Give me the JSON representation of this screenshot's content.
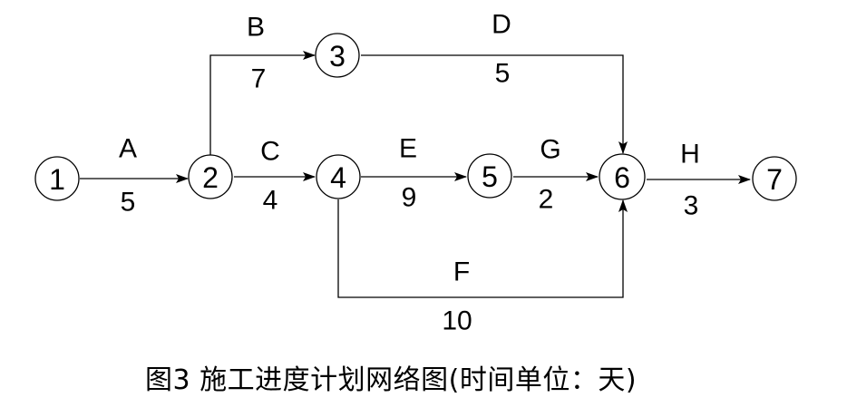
{
  "diagram": {
    "nodes": [
      {
        "id": "1",
        "label": "1"
      },
      {
        "id": "2",
        "label": "2"
      },
      {
        "id": "3",
        "label": "3"
      },
      {
        "id": "4",
        "label": "4"
      },
      {
        "id": "5",
        "label": "5"
      },
      {
        "id": "6",
        "label": "6"
      },
      {
        "id": "7",
        "label": "7"
      }
    ],
    "activities": [
      {
        "id": "A",
        "name": "A",
        "duration": "5",
        "from": "1",
        "to": "2"
      },
      {
        "id": "B",
        "name": "B",
        "duration": "7",
        "from": "2",
        "to": "3"
      },
      {
        "id": "C",
        "name": "C",
        "duration": "4",
        "from": "2",
        "to": "4"
      },
      {
        "id": "D",
        "name": "D",
        "duration": "5",
        "from": "3",
        "to": "6"
      },
      {
        "id": "E",
        "name": "E",
        "duration": "9",
        "from": "4",
        "to": "5"
      },
      {
        "id": "F",
        "name": "F",
        "duration": "10",
        "from": "4",
        "to": "6"
      },
      {
        "id": "G",
        "name": "G",
        "duration": "2",
        "from": "5",
        "to": "6"
      },
      {
        "id": "H",
        "name": "H",
        "duration": "3",
        "from": "6",
        "to": "7"
      }
    ]
  },
  "caption": "图3  施工进度计划网络图(时间单位：天)"
}
